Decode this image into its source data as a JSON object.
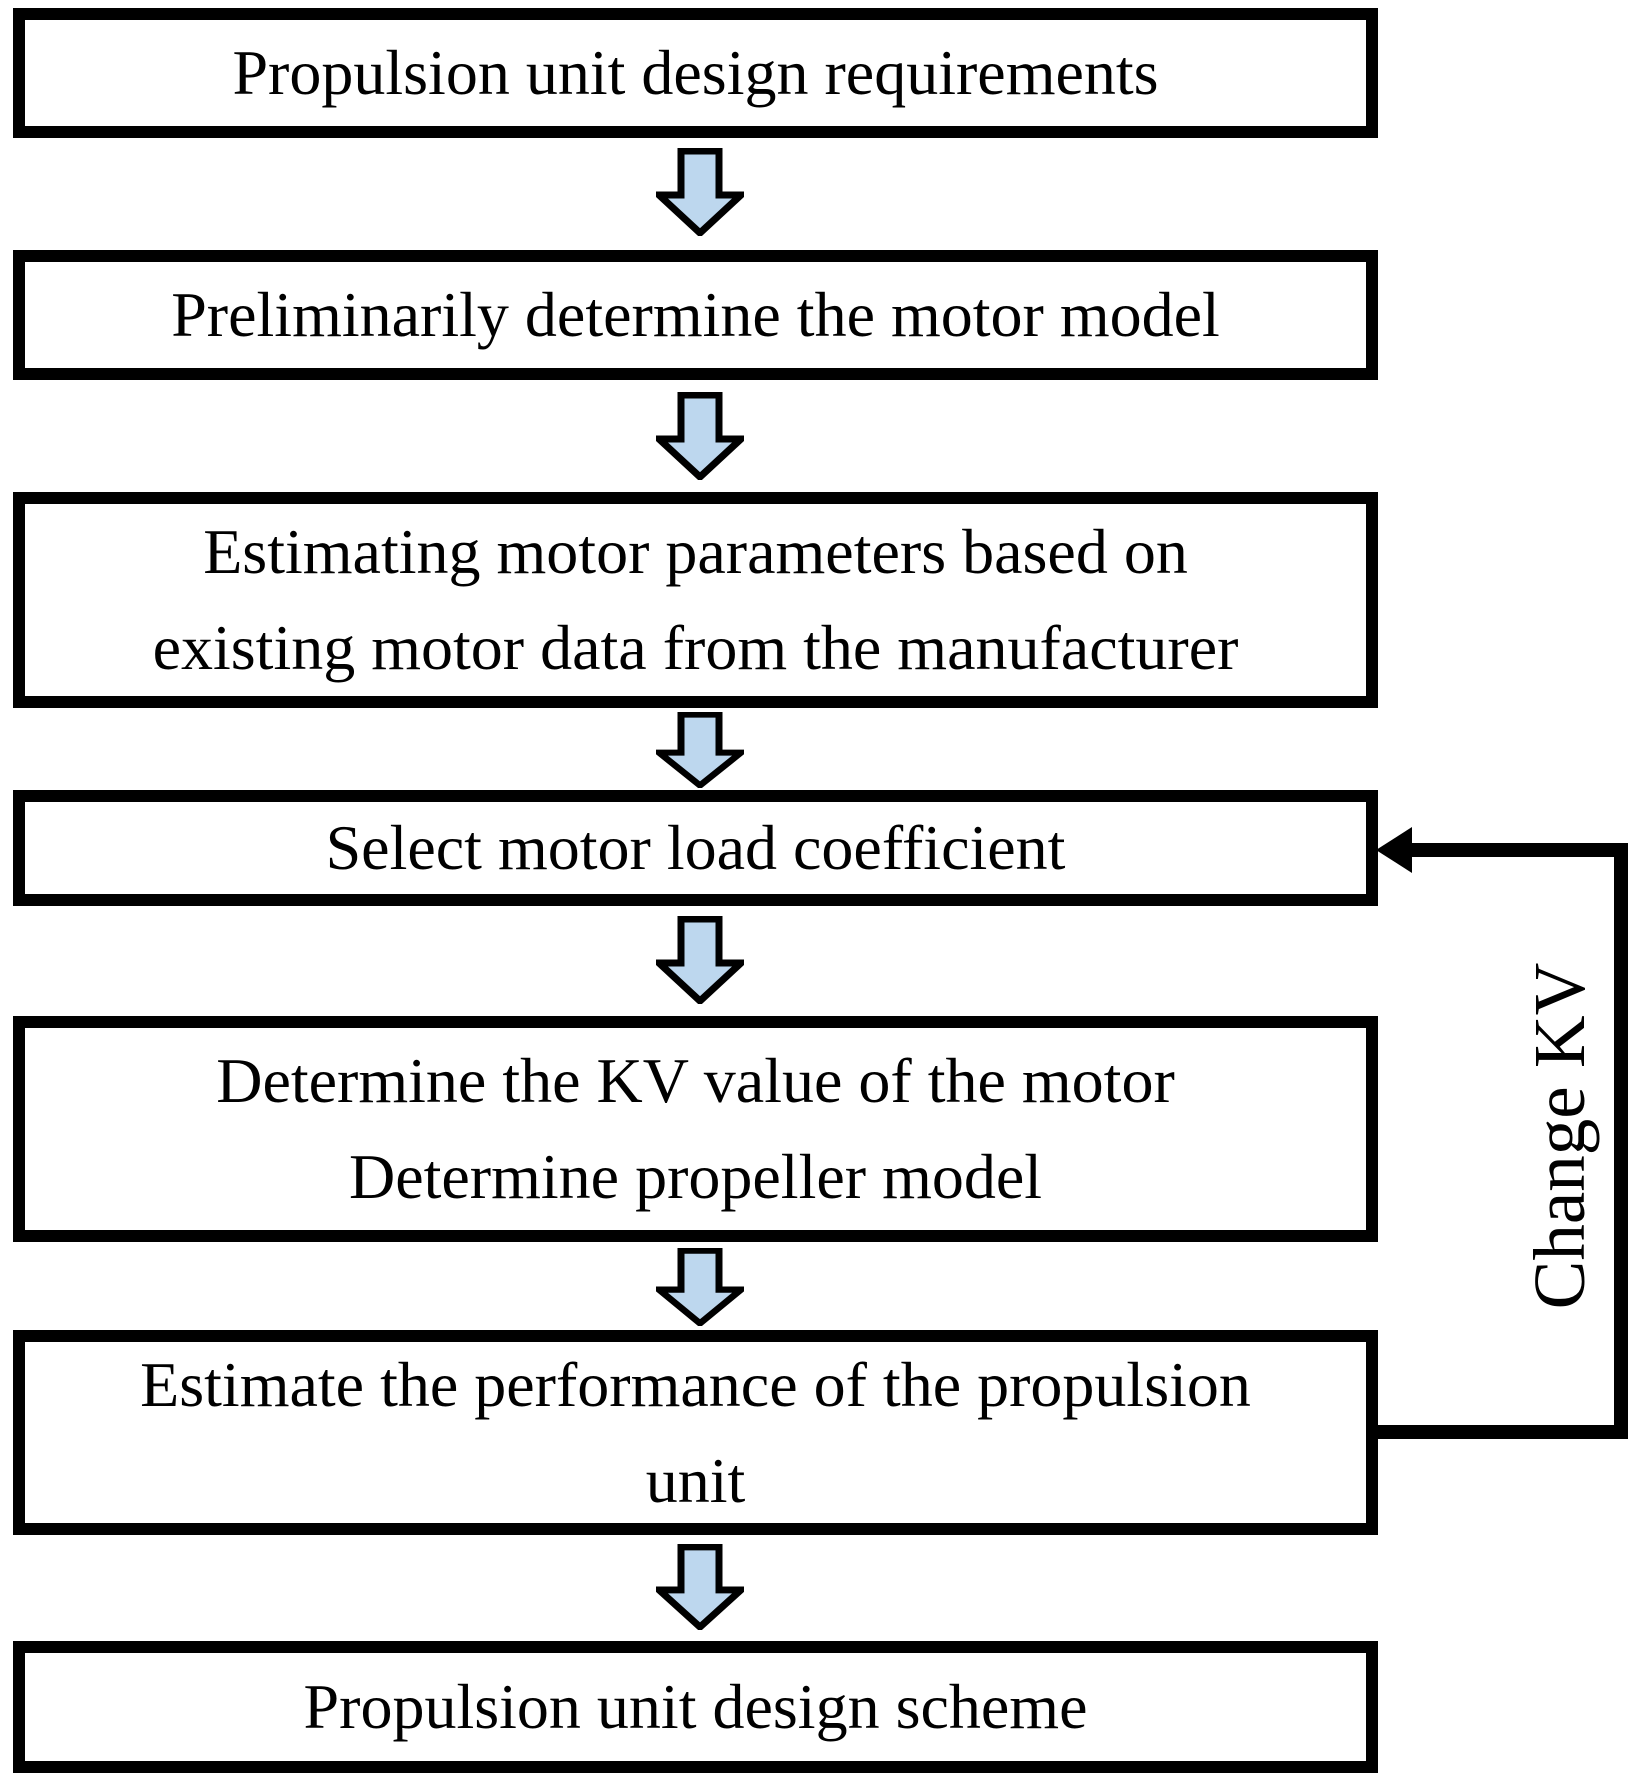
{
  "figure": {
    "type": "flowchart",
    "description": "Propulsion unit design process flowchart"
  },
  "colors": {
    "background": "#ffffff",
    "box_fill": "#ffffff",
    "box_border": "#000000",
    "text": "#000000",
    "arrow_fill": "#bdd7ee",
    "arrow_outline": "#000000",
    "feedback_line": "#000000"
  },
  "flowchart": {
    "boxes": [
      {
        "label": "Propulsion unit design requirements"
      },
      {
        "label": "Preliminarily determine the motor model"
      },
      {
        "label": "Estimating motor parameters based on\nexisting motor data from the manufacturer"
      },
      {
        "label": "Select motor load coefficient"
      },
      {
        "label": "Determine the KV value of the motor\nDetermine propeller model"
      },
      {
        "label": "Estimate the performance of the propulsion\nunit"
      },
      {
        "label": "Propulsion unit design scheme"
      }
    ],
    "feedback": {
      "label": "Change KV"
    }
  }
}
